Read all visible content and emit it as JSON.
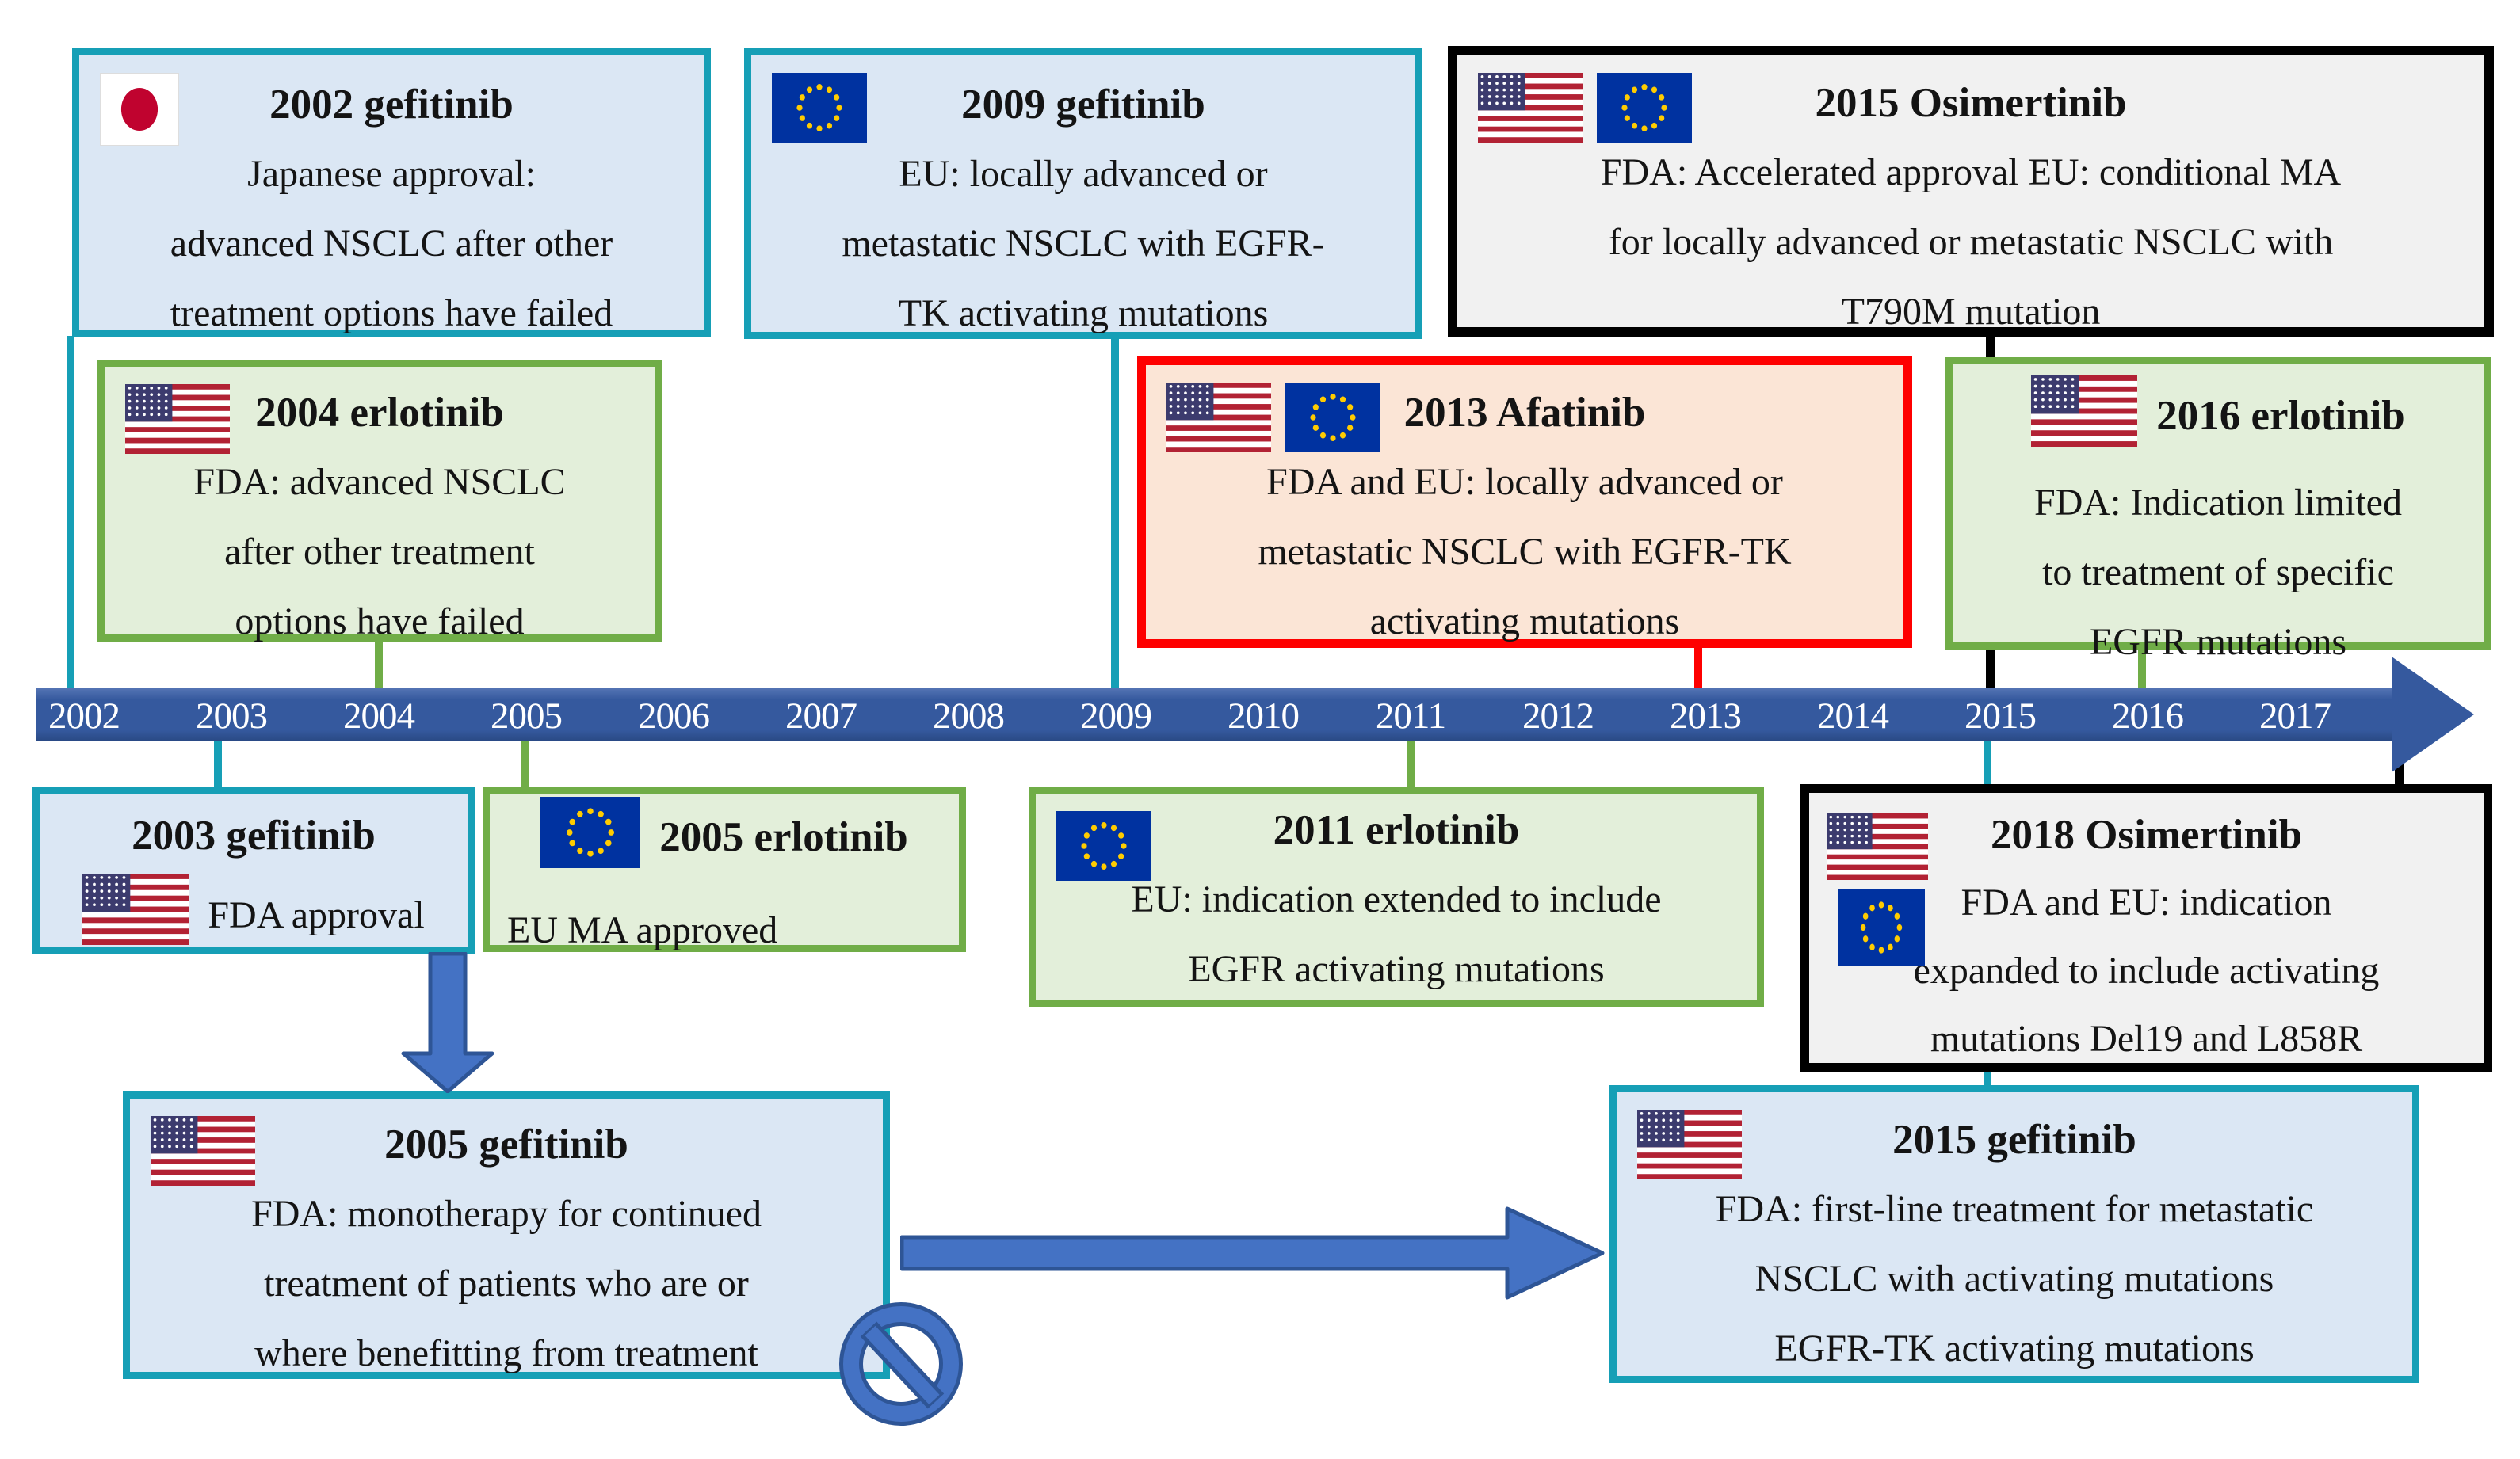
{
  "figure": {
    "description": "Timeline of EGFR-TK inhibitor regulatory approvals 2002-2017",
    "colors": {
      "timeline_bar": "#35599E",
      "timeline_label": "#FFFFFF",
      "teal_border": "#169FB6",
      "teal_fill": "#DBE7F4",
      "green_border": "#70AD47",
      "green_fill": "#E3EFDA",
      "red_border": "#FE0000",
      "red_fill": "#FBE5D6",
      "black_border": "#000000",
      "black_fill": "#F1F1F1",
      "arrow_blue": "#4472C4",
      "arrow_outline": "#2E5596"
    }
  },
  "timeline": {
    "years": [
      "2002",
      "2003",
      "2004",
      "2005",
      "2006",
      "2007",
      "2008",
      "2009",
      "2010",
      "2011",
      "2012",
      "2013",
      "2014",
      "2015",
      "2016",
      "2017"
    ]
  },
  "boxes": [
    {
      "id": "gefitinib-2002",
      "flags": [
        "japan"
      ],
      "title": "2002 gefitinib",
      "body": [
        "Japanese approval:",
        "advanced NSCLC after other",
        "treatment options have failed"
      ],
      "border": "#169FB6",
      "bg": "#DBE7F4"
    },
    {
      "id": "erlotinib-2004",
      "flags": [
        "us"
      ],
      "title": "2004 erlotinib",
      "body": [
        "FDA: advanced NSCLC",
        "after other treatment",
        "options have failed"
      ],
      "border": "#70AD47",
      "bg": "#E3EFDA"
    },
    {
      "id": "gefitinib-2009",
      "flags": [
        "eu"
      ],
      "title": "2009 gefitinib",
      "body": [
        "EU: locally advanced or",
        "metastatic NSCLC with EGFR-",
        "TK activating mutations"
      ],
      "border": "#169FB6",
      "bg": "#DBE7F4"
    },
    {
      "id": "osimertinib-2015",
      "flags": [
        "us",
        "eu"
      ],
      "title": "2015 Osimertinib",
      "body": [
        "FDA: Accelerated approval EU: conditional MA",
        "for locally advanced or metastatic NSCLC with",
        "T790M mutation"
      ],
      "border": "#000000",
      "bg": "#F1F1F1"
    },
    {
      "id": "afatinib-2013",
      "flags": [
        "us",
        "eu"
      ],
      "title": "2013 Afatinib",
      "body": [
        "FDA and EU: locally advanced or",
        "metastatic NSCLC with EGFR-TK",
        "activating mutations"
      ],
      "border": "#FE0000",
      "bg": "#FBE5D6"
    },
    {
      "id": "erlotinib-2016",
      "flags": [
        "us"
      ],
      "title": "2016 erlotinib",
      "body": [
        "FDA: Indication limited",
        "to treatment of specific",
        "EGFR mutations"
      ],
      "border": "#70AD47",
      "bg": "#E3EFDA"
    },
    {
      "id": "gefitinib-2003",
      "flags": [
        "us"
      ],
      "title": "2003 gefitinib",
      "body": [
        "FDA approval"
      ],
      "border": "#169FB6",
      "bg": "#DBE7F4"
    },
    {
      "id": "erlotinib-2005",
      "flags": [
        "eu"
      ],
      "title": "2005 erlotinib",
      "body": [
        "EU MA approved"
      ],
      "border": "#70AD47",
      "bg": "#E3EFDA"
    },
    {
      "id": "erlotinib-2011",
      "flags": [
        "eu"
      ],
      "title": "2011 erlotinib",
      "body": [
        "EU: indication extended to include",
        "EGFR activating mutations"
      ],
      "border": "#70AD47",
      "bg": "#E3EFDA"
    },
    {
      "id": "osimertinib-2018",
      "flags": [
        "us",
        "eu"
      ],
      "title": "2018 Osimertinib",
      "body": [
        "FDA and EU: indication",
        "expanded to include activating",
        "mutations Del19 and L858R"
      ],
      "border": "#000000",
      "bg": "#F1F1F1"
    },
    {
      "id": "gefitinib-2005",
      "flags": [
        "us"
      ],
      "title": "2005 gefitinib",
      "body": [
        "FDA: monotherapy for continued",
        "treatment of patients who are or",
        "where benefitting from treatment"
      ],
      "border": "#169FB6",
      "bg": "#DBE7F4"
    },
    {
      "id": "gefitinib-2015",
      "flags": [
        "us"
      ],
      "title": "2015 gefitinib",
      "body": [
        "FDA: first-line treatment for metastatic",
        "NSCLC with activating mutations",
        "EGFR-TK activating mutations"
      ],
      "border": "#169FB6",
      "bg": "#DBE7F4"
    }
  ],
  "connectors": [
    {
      "id": "c-2002",
      "color": "#169FB6"
    },
    {
      "id": "c-2004",
      "color": "#70AD47"
    },
    {
      "id": "c-2009",
      "color": "#169FB6"
    },
    {
      "id": "c-2013",
      "color": "#FE0000"
    },
    {
      "id": "c-2015-top",
      "color": "#000000"
    },
    {
      "id": "c-2016",
      "color": "#70AD47"
    },
    {
      "id": "c-2003",
      "color": "#169FB6"
    },
    {
      "id": "c-2005",
      "color": "#70AD47"
    },
    {
      "id": "c-2011",
      "color": "#70AD47"
    },
    {
      "id": "c-2015-down",
      "color": "#169FB6"
    },
    {
      "id": "c-2018",
      "color": "#000000"
    }
  ],
  "annotations": {
    "down_arrow": "flow from 2003 gefitinib to 2005 gefitinib",
    "right_arrow": "flow from 2005 gefitinib to 2015 gefitinib",
    "prohibition": "withdrawal / restriction of 2005 gefitinib indication"
  }
}
